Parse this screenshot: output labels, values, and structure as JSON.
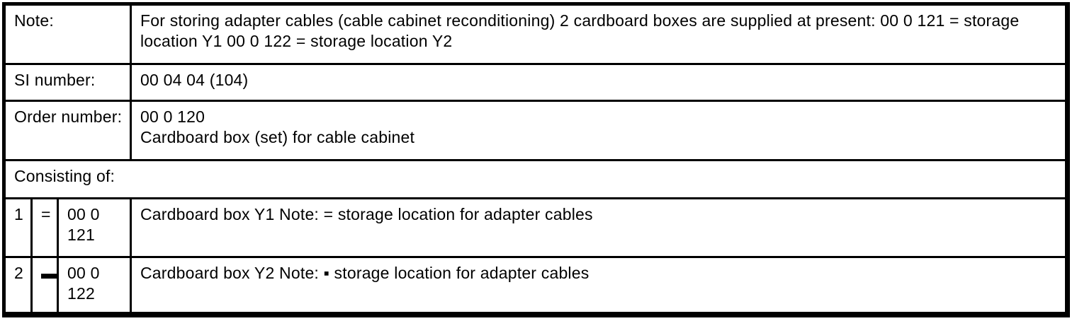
{
  "table": {
    "note": {
      "label": "Note:",
      "value": "For storing adapter cables (cable cabinet reconditioning) 2 cardboard boxes are supplied at present: 00 0 121 = storage location Y1 00 0 122 = storage location Y2"
    },
    "si_number": {
      "label": "SI number:",
      "value": "00 04 04 (104)"
    },
    "order_number": {
      "label": "Order number:",
      "value": "00 0 120\nCardboard box (set) for cable cabinet"
    },
    "consisting_of_label": "Consisting of:",
    "items": [
      {
        "no": "1",
        "symbol": "=",
        "part_number": "00 0 121",
        "description": "Cardboard box Y1 Note: = storage location for adapter cables"
      },
      {
        "no": "2",
        "symbol": "▬",
        "part_number": "00 0 122",
        "description": "Cardboard box Y2 Note: ▪ storage location for adapter cables"
      }
    ]
  },
  "colors": {
    "ink": "#000000",
    "paper": "#ffffff"
  }
}
